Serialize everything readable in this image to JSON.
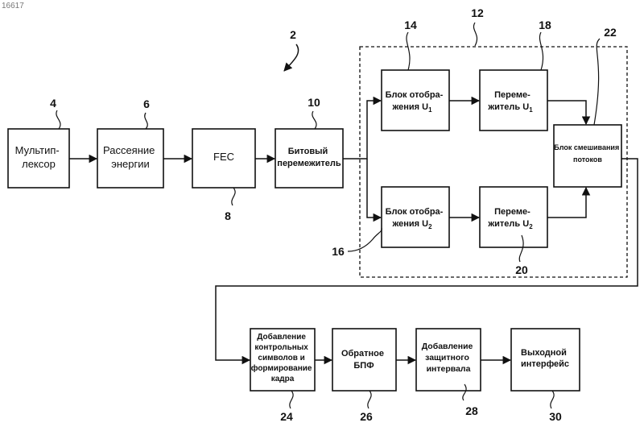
{
  "corner_id": "16617",
  "ref_numbers": {
    "system": "2",
    "dashed_group": "12",
    "mux": "4",
    "energy": "6",
    "fec": "8",
    "bit_interleaver": "10",
    "mapper_u1": "14",
    "mapper_u2": "16",
    "interleaver_u1": "18",
    "interleaver_u2": "20",
    "stream_mixer": "22",
    "pilot_framing": "24",
    "ifft": "26",
    "guard_interval": "28",
    "output_interface": "30"
  },
  "blocks": {
    "mux": [
      "Мультип-",
      "лексор"
    ],
    "energy": [
      "Рассеяние",
      "энергии"
    ],
    "fec": [
      "FEC"
    ],
    "bit_interleaver": [
      "Битовый",
      "перемежитель"
    ],
    "mapper_u1": [
      "Блок отобра-",
      "жения U",
      "1"
    ],
    "mapper_u2": [
      "Блок отобра-",
      "жения U",
      "2"
    ],
    "interleaver_u1": [
      "Переме-",
      "житель U",
      "1"
    ],
    "interleaver_u2": [
      "Переме-",
      "житель U",
      "2"
    ],
    "stream_mixer": [
      "Блок смешивания",
      "потоков"
    ],
    "pilot_framing": [
      "Добавление",
      "контрольных",
      "символов и",
      "формирование",
      "кадра"
    ],
    "ifft": [
      "Обратное",
      "БПФ"
    ],
    "guard_interval": [
      "Добавление",
      "защитного",
      "интервала"
    ],
    "output_interface": [
      "Выходной",
      "интерфейс"
    ]
  }
}
